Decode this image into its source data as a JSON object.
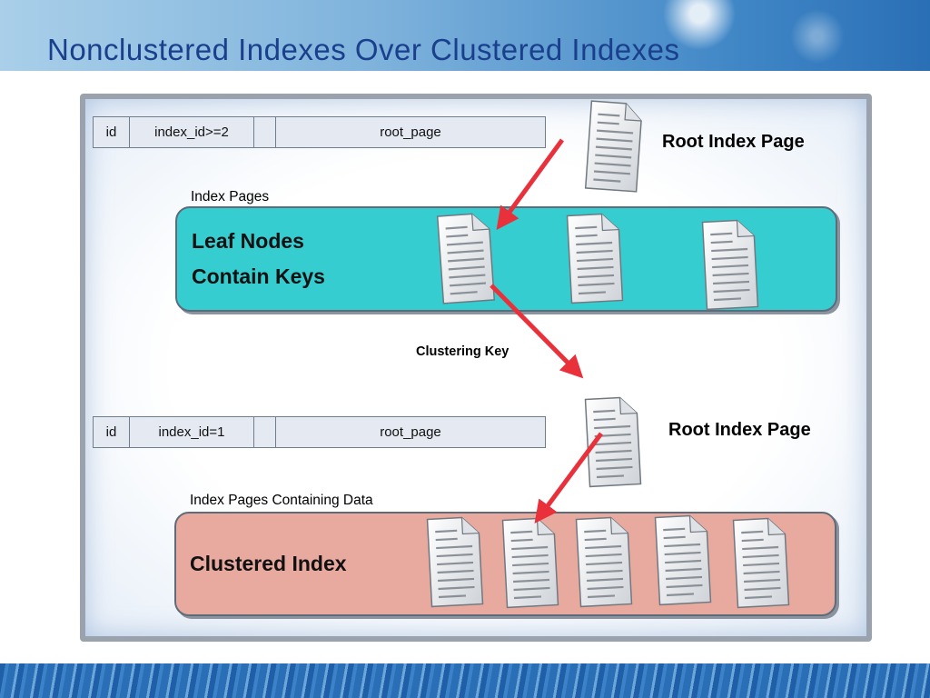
{
  "slide": {
    "title": "Nonclustered Indexes Over Clustered Indexes"
  },
  "top_table": {
    "cols": [
      "id",
      "index_id>=2",
      "",
      "root_page"
    ]
  },
  "bottom_table": {
    "cols": [
      "id",
      "index_id=1",
      "",
      "root_page"
    ]
  },
  "labels": {
    "root_index_page_top": "Root Index Page",
    "root_index_page_bottom": "Root Index Page",
    "index_pages": "Index Pages",
    "clustering_key": "Clustering Key",
    "index_pages_containing_data": "Index Pages Containing Data"
  },
  "leaf_panel": {
    "line1": "Leaf Nodes",
    "line2": "Contain Keys",
    "color": "#35cdd0"
  },
  "clustered_panel": {
    "text": "Clustered Index",
    "color": "#e8a99e"
  },
  "colors": {
    "arrow": "#e8313b",
    "title": "#1a3f8c"
  },
  "icons": [
    "document-icon"
  ]
}
